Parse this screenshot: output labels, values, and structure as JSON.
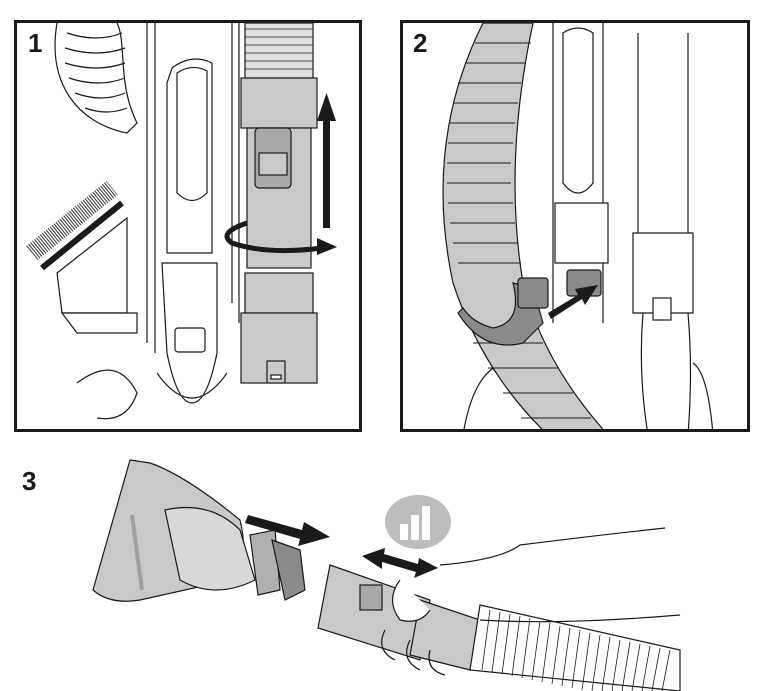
{
  "steps": [
    {
      "number": "1",
      "illustration": "twist-and-lift-wand"
    },
    {
      "number": "2",
      "illustration": "clip-hose-to-holder"
    },
    {
      "number": "3",
      "illustration": "attach-turbo-tool"
    }
  ],
  "icons": {
    "arrow_up": "arrow-up-icon",
    "rotate_arrow": "rotate-arrow-icon",
    "push_arrow": "arrow-diagonal-icon",
    "double_arrow": "double-arrow-icon",
    "signal_bars": "signal-bars-icon"
  },
  "colors": {
    "line": "#1a1a1a",
    "part_gray": "#c9c9c9",
    "dark_gray": "#8a8a8a",
    "badge_gray": "#bdbdbd"
  }
}
